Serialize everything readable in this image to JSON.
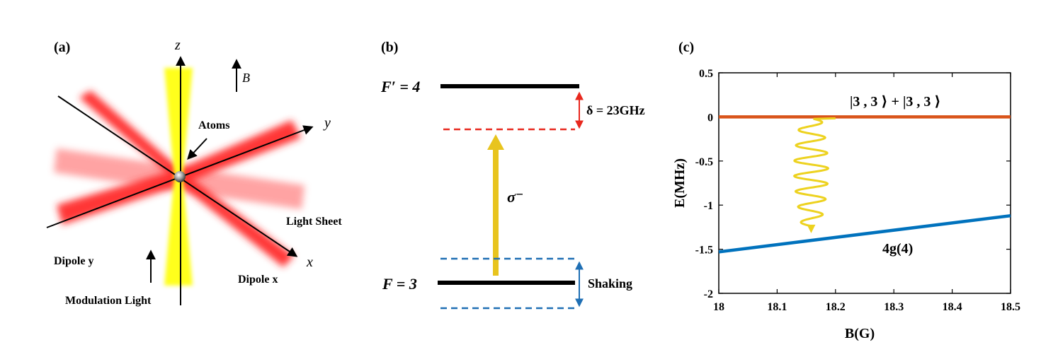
{
  "panel_a": {
    "label": "(a)",
    "axis_z": "z",
    "axis_y": "y",
    "axis_x": "x",
    "field": "B",
    "atoms": "Atoms",
    "light_sheet": "Light Sheet",
    "dipole_y": "Dipole y",
    "dipole_x": "Dipole x",
    "modulation": "Modulation Light",
    "colors": {
      "dipole": "#ff2a2a",
      "sheet": "#ff9a9a",
      "modulation": "#ffff1a"
    }
  },
  "panel_b": {
    "label": "(b)",
    "upper_level": "F′ = 4",
    "lower_level": "F = 3",
    "detuning": "δ = 23GHz",
    "transition": "σ⁻",
    "shaking": "Shaking",
    "colors": {
      "detuning": "#e8281e",
      "transition": "#e8c41e",
      "shaking": "#1f6fb4"
    }
  },
  "panel_c": {
    "label": "(c)",
    "annotation_top": "|3 , 3 ⟩ + |3 , 3 ⟩",
    "annotation_bottom": "4g(4)"
  },
  "chart_data": {
    "type": "line",
    "xlabel": "B(G)",
    "ylabel": "E(MHz)",
    "xlim": [
      18,
      18.5
    ],
    "ylim": [
      -2,
      0.5
    ],
    "xticks": [
      "18",
      "18.1",
      "18.2",
      "18.3",
      "18.4",
      "18.5"
    ],
    "yticks": [
      "0.5",
      "0",
      "-0.5",
      "-1",
      "-1.5",
      "-2"
    ],
    "series": [
      {
        "name": "|3 , 3 ⟩ + |3 , 3 ⟩",
        "color": "#d95319",
        "x": [
          18,
          18.5
        ],
        "y": [
          0,
          0
        ]
      },
      {
        "name": "4g(4)",
        "color": "#0072bd",
        "x": [
          18,
          18.5
        ],
        "y": [
          -1.53,
          -1.12
        ]
      }
    ],
    "wavy_arrow": {
      "color": "#edd21f",
      "x_from": 18.2,
      "y_from": 0,
      "x_to": 18.17,
      "y_to": -1.35
    },
    "grid": false
  }
}
